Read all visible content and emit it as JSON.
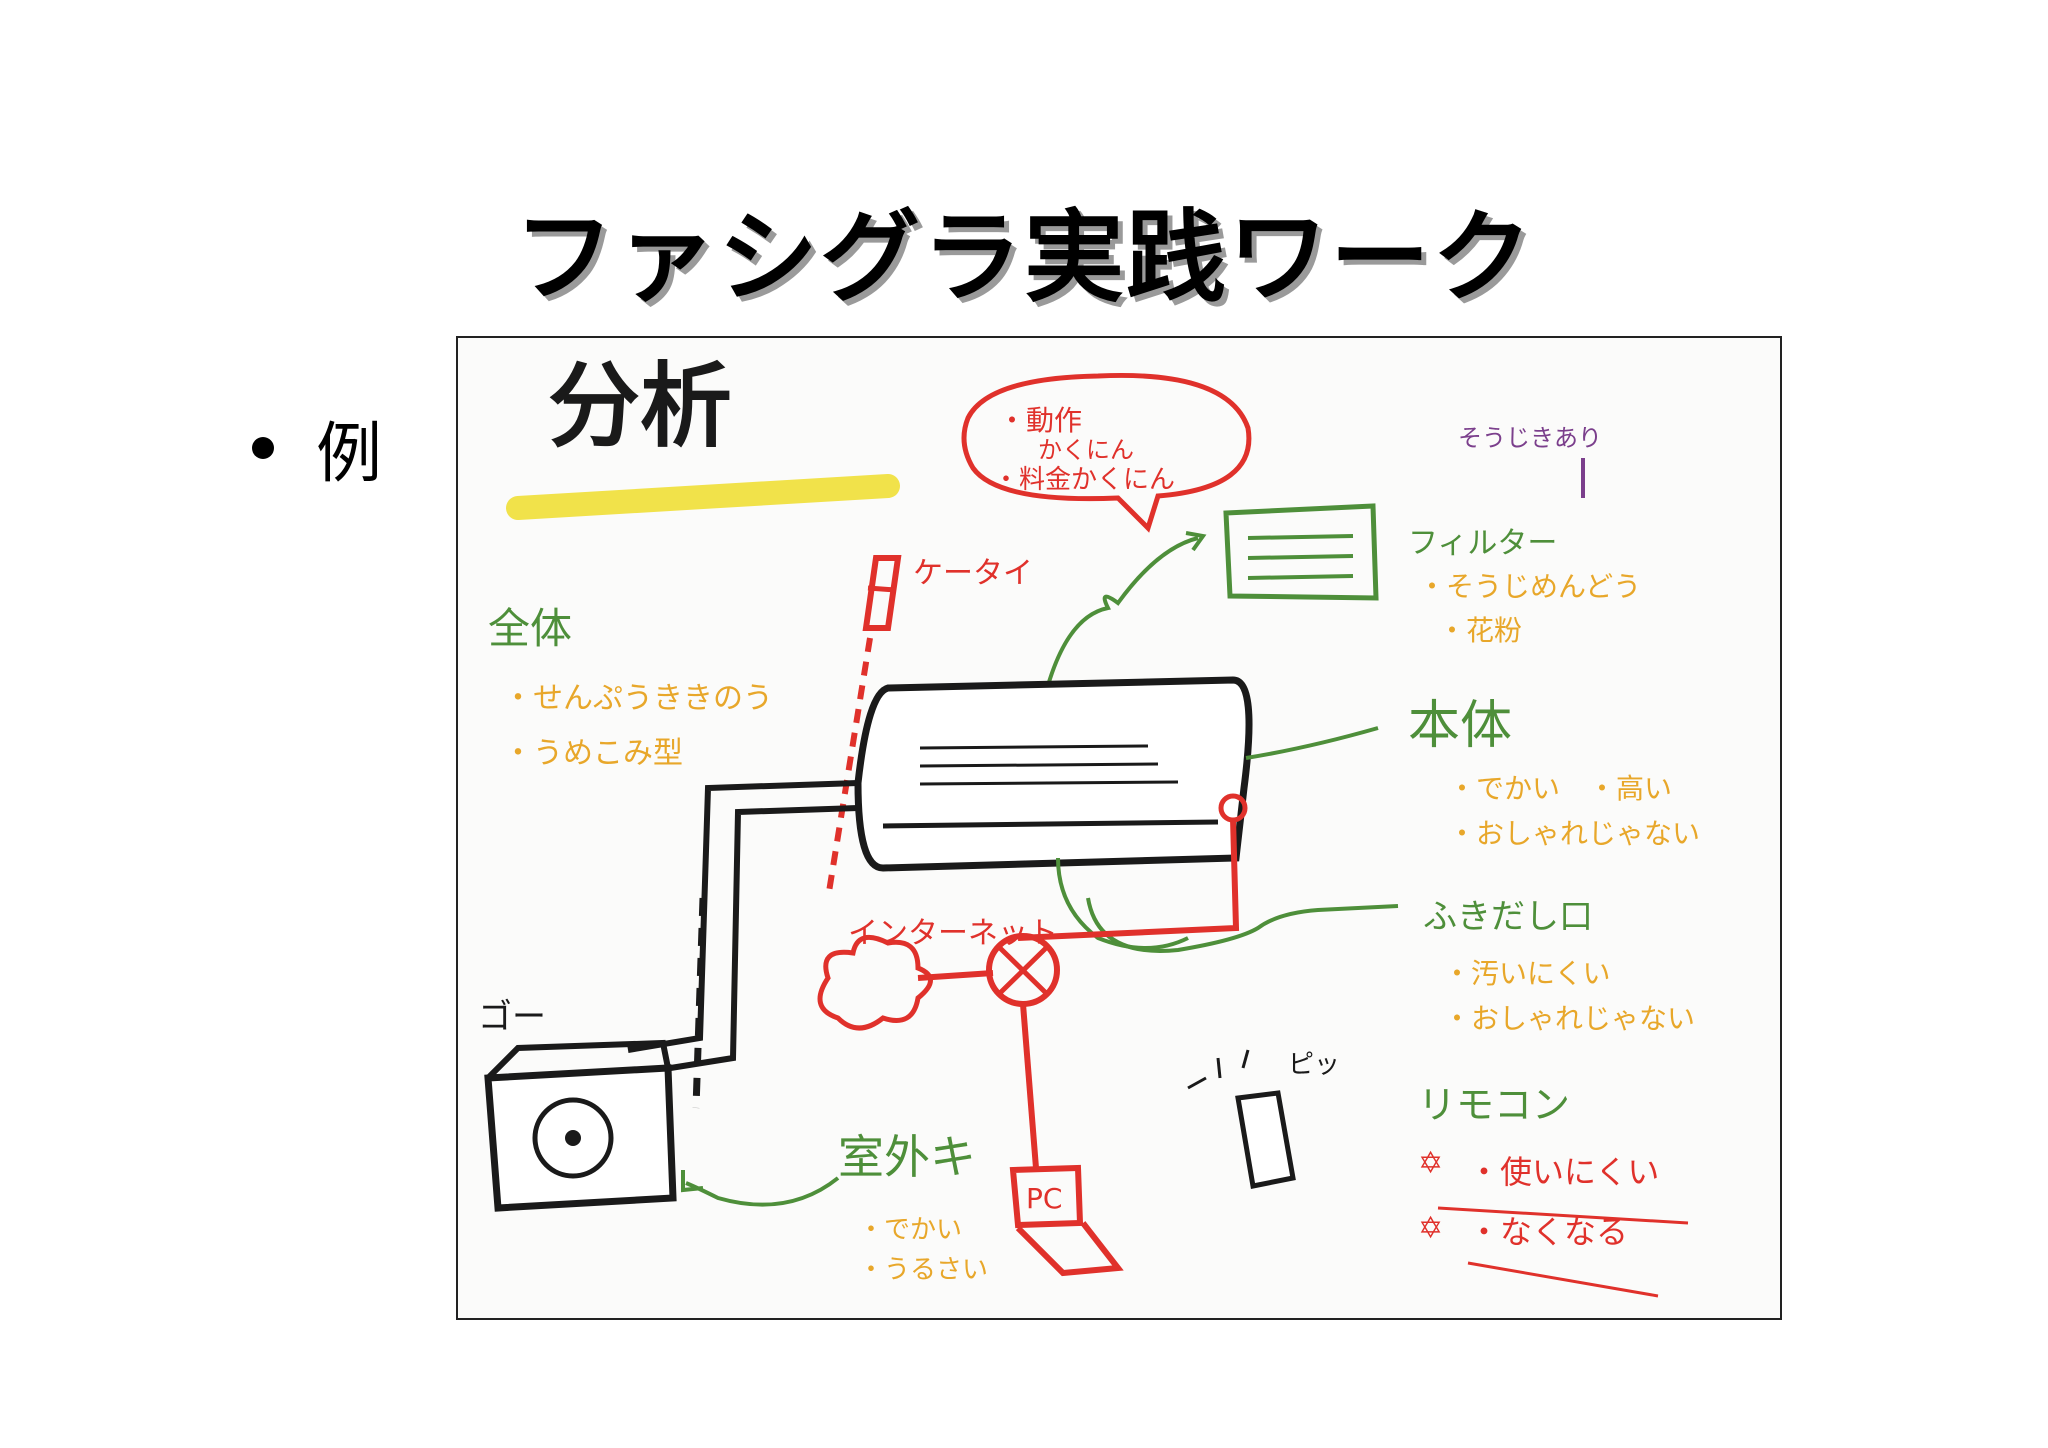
{
  "slide": {
    "title": "ファシグラ実践ワーク",
    "bullet": "例"
  },
  "sketch": {
    "heading": "分析",
    "bubble": [
      "・動作",
      "かくにん",
      "・料金かくにん"
    ],
    "keitai": "ケータイ",
    "cleaning": "そうじきあり",
    "filter": {
      "label": "フィルター",
      "items": [
        "・そうじめんどう",
        "・花粉"
      ]
    },
    "whole": {
      "label": "全体",
      "items": [
        "・せんぷうききのう",
        "・うめこみ型"
      ]
    },
    "body": {
      "label": "本体",
      "items": [
        "・でかい　・高い",
        "・おしゃれじゃない"
      ]
    },
    "outlet": {
      "label": "ふきだし口",
      "items": [
        "・汚いにくい",
        "・おしゃれじゃない"
      ]
    },
    "internet": "インターネット",
    "go": "ゴー",
    "outdoor": {
      "label": "室外キ",
      "items": [
        "・でかい",
        "・うるさい"
      ]
    },
    "pc": "PC",
    "pip": "ピッ",
    "remote": {
      "label": "リモコン",
      "items": [
        "・使いにくい",
        "・なくなる"
      ]
    },
    "colors": {
      "black": "#1a1a1a",
      "red": "#e0312b",
      "green": "#4e8f3a",
      "orange": "#e8a72a",
      "purple": "#7b3f8c",
      "yellow_highlight": "#f1e24a"
    }
  }
}
